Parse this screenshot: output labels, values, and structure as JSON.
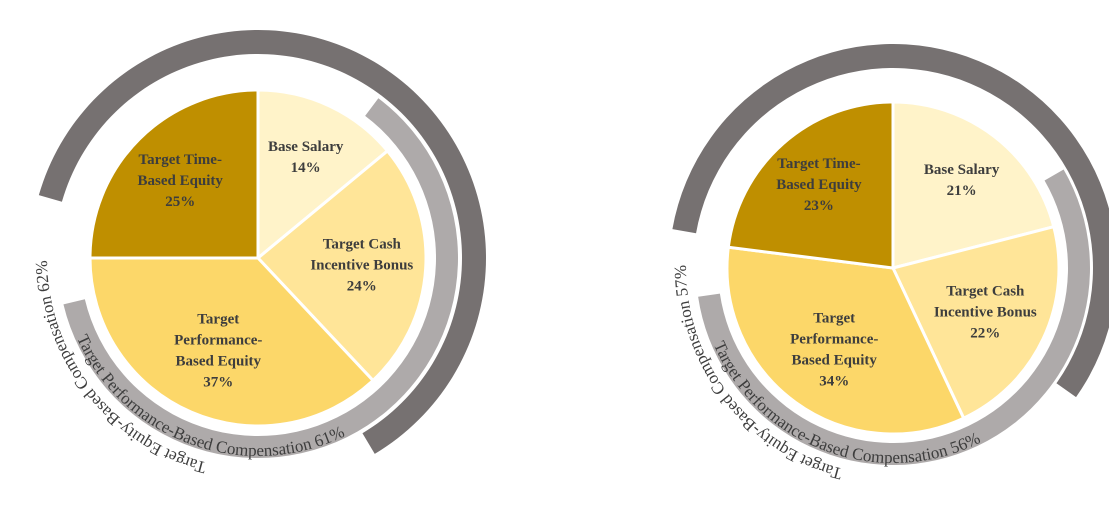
{
  "chart_data": [
    {
      "type": "pie",
      "slices": [
        {
          "label_lines": [
            "Base Salary",
            "14%"
          ],
          "value": 14,
          "color": "#FFF3C9"
        },
        {
          "label_lines": [
            "Target Cash",
            "Incentive Bonus",
            "24%"
          ],
          "value": 24,
          "color": "#FFE598"
        },
        {
          "label_lines": [
            "Target",
            "Performance-",
            "Based Equity",
            "37%"
          ],
          "value": 37,
          "color": "#FCD769"
        },
        {
          "label_lines": [
            "Target Time-",
            "Based Equity",
            "25%"
          ],
          "value": 25,
          "color": "#BF8F00"
        }
      ],
      "outer_arcs": [
        {
          "label": "Target Equity-Based Compensation 62%",
          "value": 62,
          "color": "#767171"
        },
        {
          "label": "Target Performance-Based Compensation 61%",
          "value": 61,
          "color": "#AEAAAA"
        }
      ]
    },
    {
      "type": "pie",
      "slices": [
        {
          "label_lines": [
            "Base Salary",
            "21%"
          ],
          "value": 21,
          "color": "#FFF3C9"
        },
        {
          "label_lines": [
            "Target Cash",
            "Incentive Bonus",
            "22%"
          ],
          "value": 22,
          "color": "#FFE598"
        },
        {
          "label_lines": [
            "Target",
            "Performance-",
            "Based Equity",
            "34%"
          ],
          "value": 34,
          "color": "#FCD769"
        },
        {
          "label_lines": [
            "Target Time-",
            "Based Equity",
            "23%"
          ],
          "value": 23,
          "color": "#BF8F00"
        }
      ],
      "outer_arcs": [
        {
          "label": "Target Equity-Based Compensation 57%",
          "value": 57,
          "color": "#767171"
        },
        {
          "label": "Target Performance-Based Compensation 56%",
          "value": 56,
          "color": "#AEAAAA"
        }
      ]
    }
  ]
}
